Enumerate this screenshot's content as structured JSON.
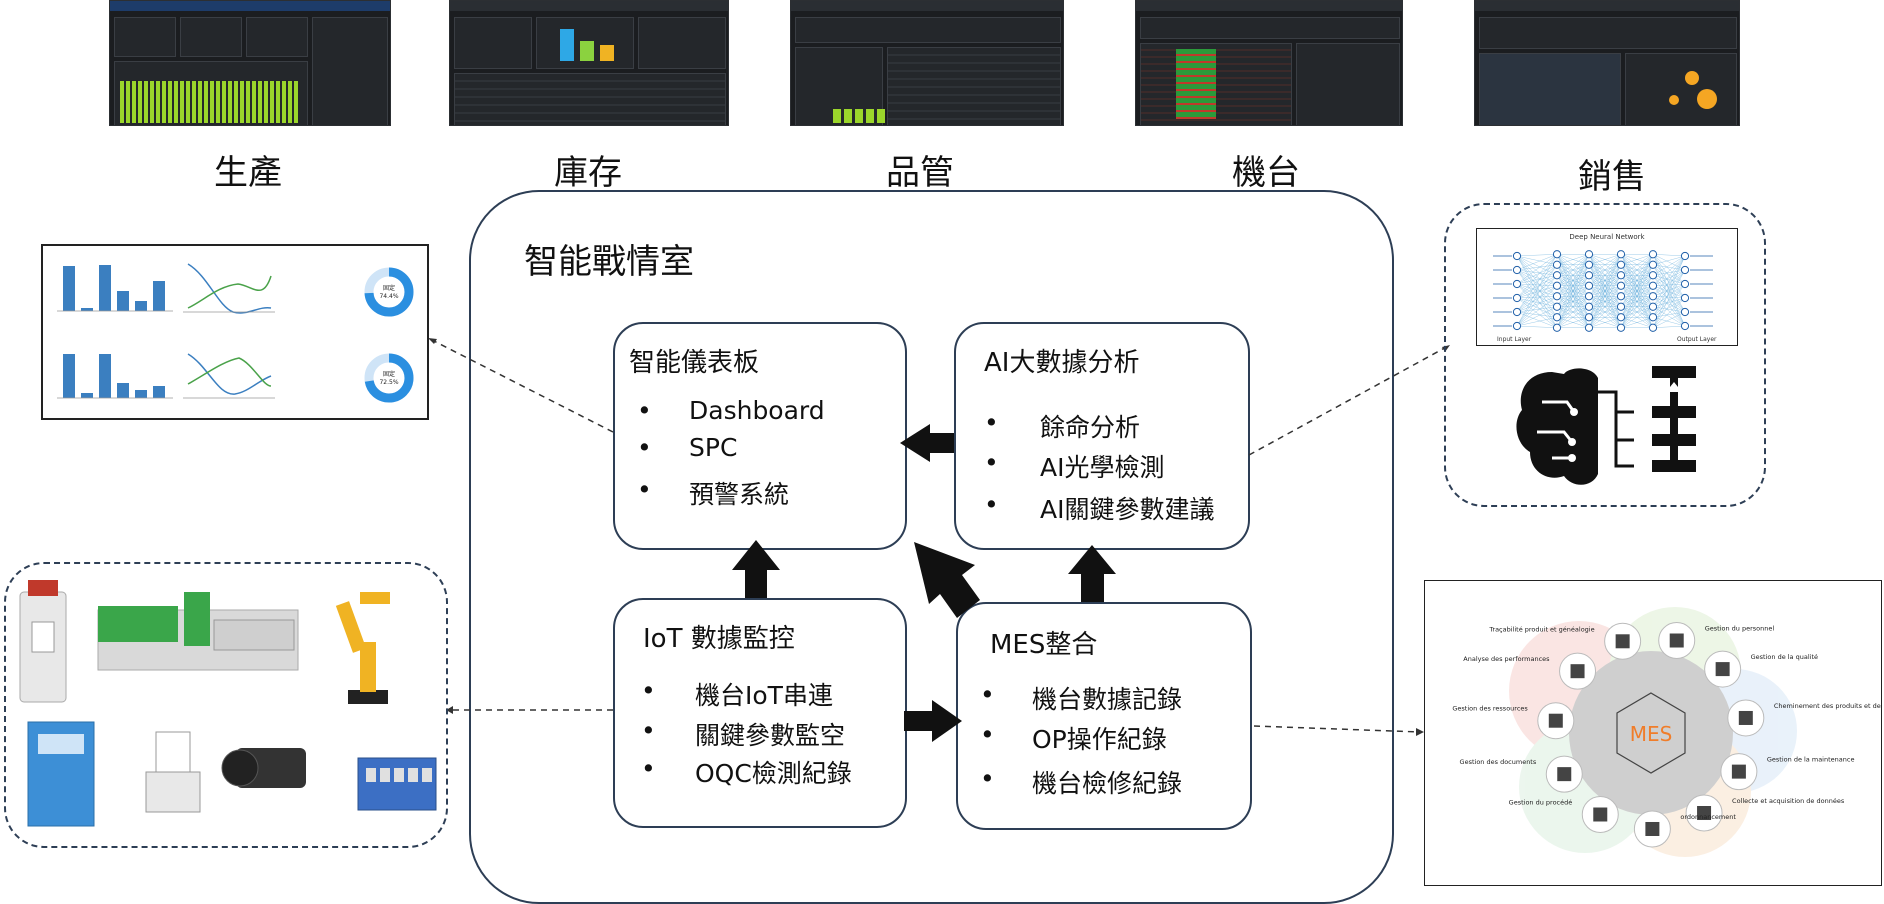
{
  "categories": [
    "生產",
    "庫存",
    "品管",
    "機台",
    "銷售"
  ],
  "main_title": "智能戰情室",
  "boxes": {
    "dashboard": {
      "title": "智能儀表板",
      "items": [
        "Dashboard",
        "SPC",
        "預警系統"
      ]
    },
    "ai": {
      "title": "AI大數據分析",
      "items": [
        "餘命分析",
        "AI光學檢測",
        "AI關鍵參數建議"
      ]
    },
    "iot": {
      "title": "IoT 數據監控",
      "items": [
        "機台IoT串連",
        "關鍵參數監空",
        "OQC檢測紀錄"
      ]
    },
    "mes": {
      "title": "MES整合",
      "items": [
        "機台數據記錄",
        "OP操作紀錄",
        "機台檢修紀錄"
      ]
    }
  },
  "bullet": "•",
  "donuts": [
    "固定\n74.4%",
    "固定\n72.5%"
  ],
  "dnn": {
    "title": "Deep Neural Network",
    "input": "Input Layer",
    "output": "Output Layer"
  },
  "mes_diagram": {
    "center": "MES",
    "labels": [
      "Traçabilité produit et généalogie",
      "Gestion du personnel",
      "Gestion de la qualité",
      "Cheminement des produits et des lots",
      "Gestion de la maintenance",
      "Collecte et acquisition de données",
      "ordonnancement",
      "Gestion du procédé",
      "Gestion des documents",
      "Gestion des ressources",
      "Analyse des performances"
    ]
  },
  "colors": {
    "line": "#2d3e55",
    "bar_blue": "#3b7fc0",
    "mes_orange": "#f07d2a"
  }
}
